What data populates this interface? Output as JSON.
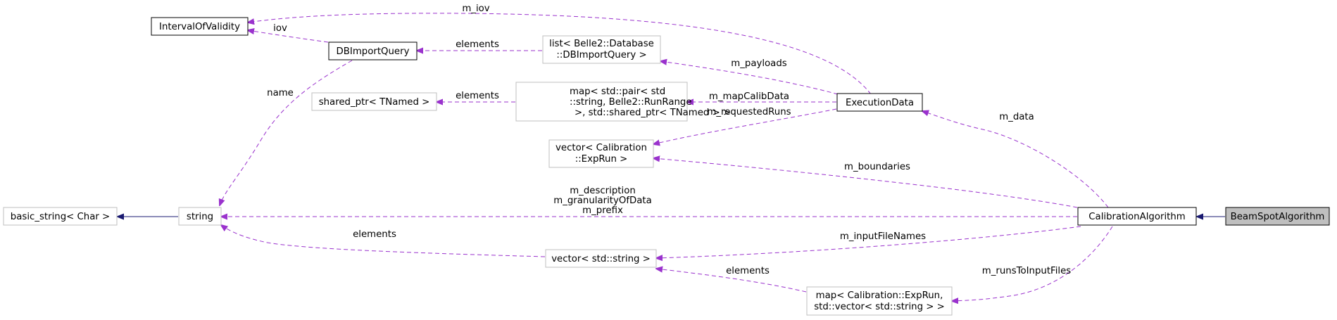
{
  "colors": {
    "edge_dashed": "#9a32cd",
    "edge_inherit": "#191970",
    "node_border_dark": "#000000",
    "node_border_light": "#bfbfbf",
    "highlight_fill": "#bfbfbf"
  },
  "nodes": {
    "interval_of_validity": "IntervalOfValidity",
    "db_import_query": "DBImportQuery",
    "list_db_import_query": [
      "list< Belle2::Database",
      "::DBImportQuery >"
    ],
    "shared_ptr_tnamed": "shared_ptr< TNamed >",
    "map_run_range": [
      "map< std::pair< std",
      "::string, Belle2::RunRange",
      ">, std::shared_ptr< TNamed > >"
    ],
    "execution_data": "ExecutionData",
    "vector_exprun": [
      "vector< Calibration",
      "::ExpRun >"
    ],
    "basic_string": "basic_string< Char >",
    "string": "string",
    "calibration_algorithm": "CalibrationAlgorithm",
    "beamspot_algorithm": "BeamSpotAlgorithm",
    "vector_string": "vector< std::string >",
    "map_exprun_vector": [
      "map< Calibration::ExpRun,",
      "std::vector< std::string > >"
    ]
  },
  "edge_labels": {
    "m_iov": "m_iov",
    "iov": "iov",
    "elements_list": "elements",
    "m_payloads": "m_payloads",
    "name": "name",
    "elements_shared": "elements",
    "m_mapCalibData": "m_mapCalibData",
    "m_requestedRuns": "m_requestedRuns",
    "m_data": "m_data",
    "m_boundaries": "m_boundaries",
    "m_description": [
      "m_description",
      "m_granularityOfData",
      "m_prefix"
    ],
    "elements_vector": "elements",
    "m_inputFileNames": "m_inputFileNames",
    "elements_map": "elements",
    "m_runsToInputFiles": "m_runsToInputFiles"
  }
}
